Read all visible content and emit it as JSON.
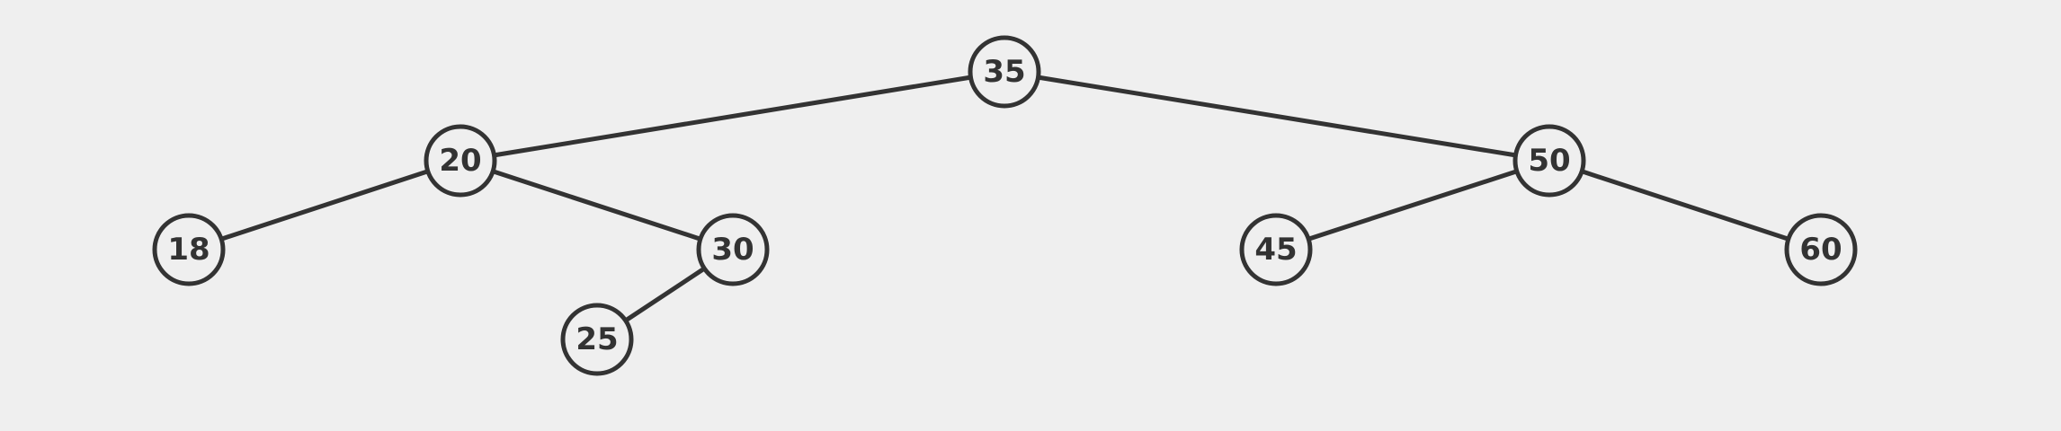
{
  "diagram": {
    "type": "binary-tree",
    "colors": {
      "background": "#efefef",
      "stroke": "#333333",
      "text": "#333333"
    },
    "nodes": [
      {
        "id": "n35",
        "label": "35"
      },
      {
        "id": "n20",
        "label": "20"
      },
      {
        "id": "n50",
        "label": "50"
      },
      {
        "id": "n18",
        "label": "18"
      },
      {
        "id": "n30",
        "label": "30"
      },
      {
        "id": "n45",
        "label": "45"
      },
      {
        "id": "n60",
        "label": "60"
      },
      {
        "id": "n25",
        "label": "25"
      }
    ],
    "edges": [
      {
        "from": "n35",
        "to": "n20"
      },
      {
        "from": "n35",
        "to": "n50"
      },
      {
        "from": "n20",
        "to": "n18"
      },
      {
        "from": "n20",
        "to": "n30"
      },
      {
        "from": "n30",
        "to": "n25"
      },
      {
        "from": "n50",
        "to": "n45"
      },
      {
        "from": "n50",
        "to": "n60"
      }
    ]
  }
}
